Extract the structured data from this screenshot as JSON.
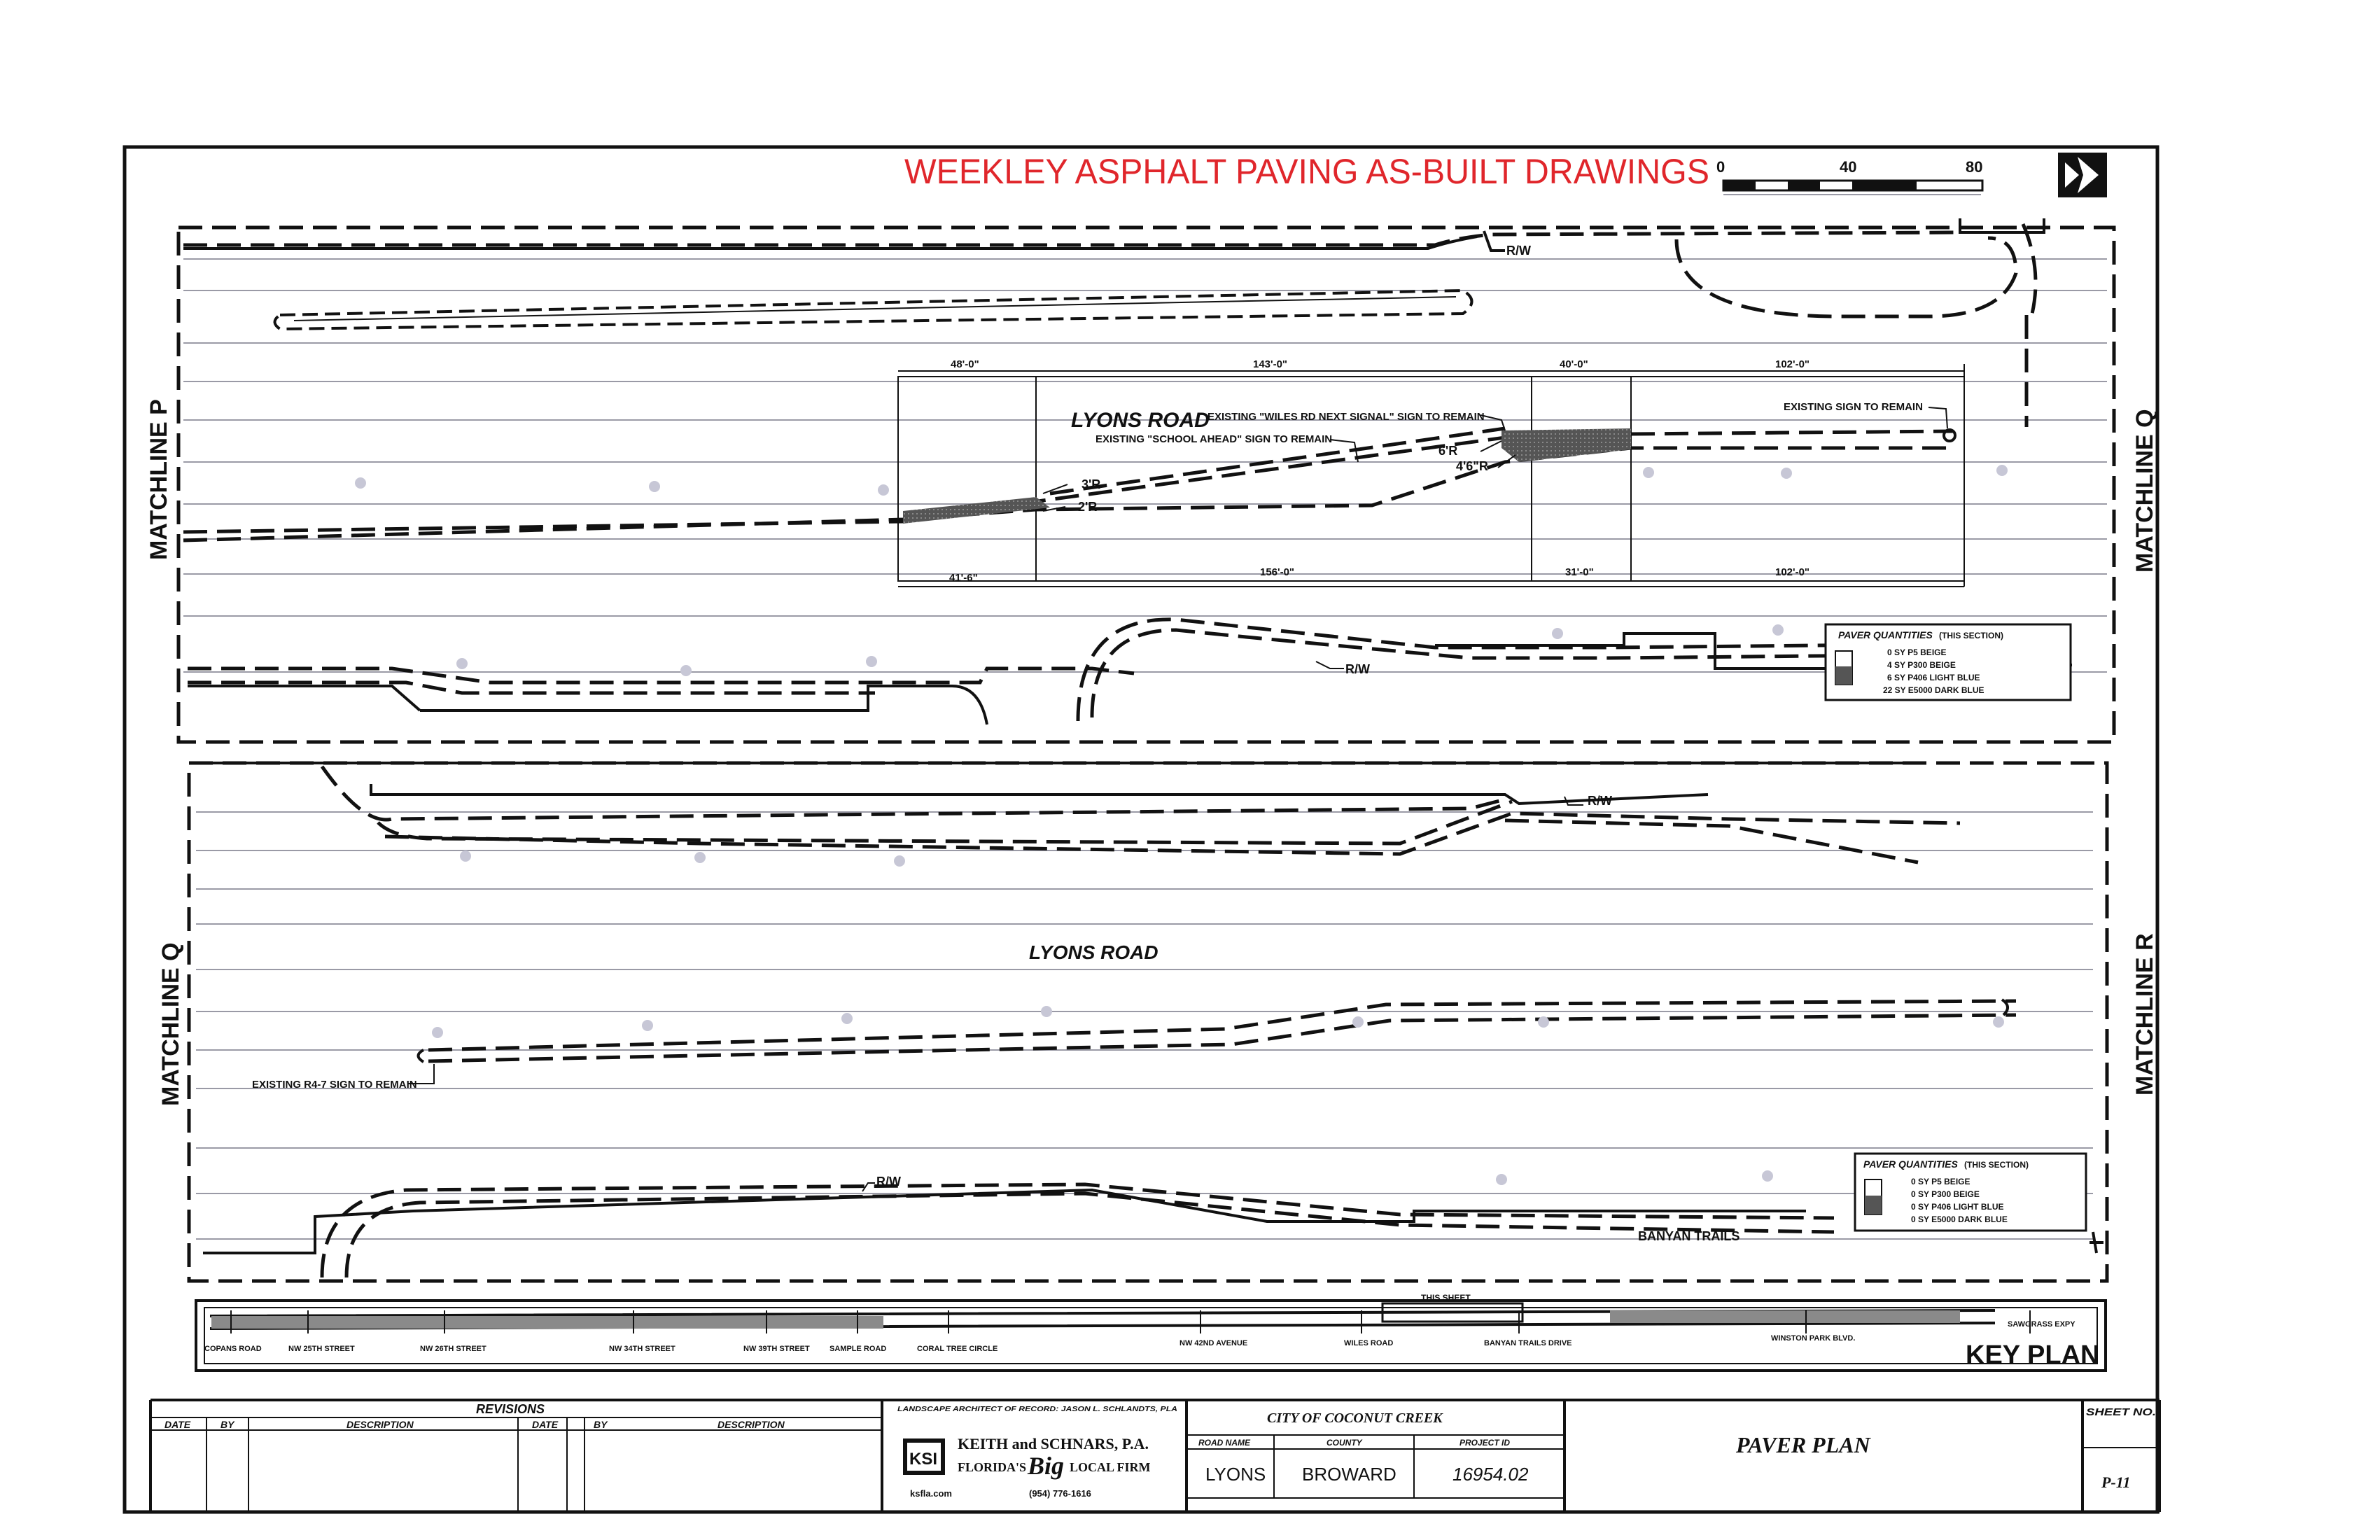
{
  "header": {
    "title": "WEEKLEY ASPHALT PAVING AS-BUILT DRAWINGS",
    "title_color": "#e0262b",
    "scale": {
      "zero": "0",
      "mid": "40",
      "max": "80"
    }
  },
  "top_section": {
    "matchline_left": "MATCHLINE P",
    "matchline_right": "MATCHLINE Q",
    "road_name": "LYONS ROAD",
    "rw_labels": [
      "R/W",
      "R/W"
    ],
    "dims_top": [
      "48'-0\"",
      "143'-0\"",
      "40'-0\"",
      "102'-0\""
    ],
    "dims_bottom": [
      "41'-6\"",
      "156'-0\"",
      "31'-0\"",
      "102'-0\""
    ],
    "radius_labels": [
      "3'R",
      "2'R",
      "6'R",
      "4'6\"R"
    ],
    "notes": [
      "EXISTING \"WILES RD NEXT SIGNAL\" SIGN TO REMAIN",
      "EXISTING \"SCHOOL AHEAD\" SIGN TO REMAIN",
      "EXISTING SIGN TO REMAIN"
    ],
    "quantities": {
      "title": "PAVER QUANTITIES",
      "subtitle": "(THIS SECTION)",
      "rows": [
        "0 SY  P5 BEIGE",
        "4 SY  P300 BEIGE",
        "6 SY  P406 LIGHT BLUE",
        "22 SY  E5000 DARK BLUE"
      ]
    }
  },
  "middle_section": {
    "matchline_left": "MATCHLINE Q",
    "matchline_right": "MATCHLINE R",
    "road_name": "LYONS ROAD",
    "rw_labels": [
      "R/W",
      "R/W"
    ],
    "note": "EXISTING R4-7 SIGN TO REMAIN",
    "street_label": "BANYAN TRAILS",
    "quantities": {
      "title": "PAVER QUANTITIES",
      "subtitle": "(THIS SECTION)",
      "rows": [
        "0 SY  P5 BEIGE",
        "0 SY  P300 BEIGE",
        "0 SY  P406 LIGHT BLUE",
        "0 SY  E5000 DARK BLUE"
      ]
    }
  },
  "key_plan": {
    "title": "KEY PLAN",
    "this_sheet": "THIS SHEET",
    "streets": [
      "COPANS ROAD",
      "NW 25TH STREET",
      "NW 26TH STREET",
      "NW 34TH STREET",
      "NW 39TH STREET",
      "SAMPLE ROAD",
      "CORAL TREE CIRCLE",
      "NW 42ND AVENUE",
      "WILES ROAD",
      "BANYAN TRAILS DRIVE",
      "WINSTON PARK BLVD.",
      "SAWGRASS EXPY"
    ]
  },
  "title_block": {
    "revisions_title": "REVISIONS",
    "rev_headers": [
      "DATE",
      "BY",
      "DESCRIPTION",
      "DATE",
      "BY",
      "DESCRIPTION"
    ],
    "architect_line": "LANDSCAPE ARCHITECT OF RECORD: JASON L. SCHLANDTS, PLA",
    "firm_logo": "KSI",
    "firm_name": "KEITH and SCHNARS, P.A.",
    "firm_tagline_1": "FLORIDA'S",
    "firm_tagline_big": "Big",
    "firm_tagline_2": "LOCAL FIRM",
    "firm_web": "ksfla.com",
    "firm_phone": "(954) 776-1616",
    "city": "CITY OF COCONUT CREEK",
    "headers": [
      "ROAD NAME",
      "COUNTY",
      "PROJECT ID"
    ],
    "values": [
      "LYONS",
      "BROWARD",
      "16954.02"
    ],
    "plan_title": "PAVER PLAN",
    "sheet_label": "SHEET NO.",
    "sheet_no": "P-11"
  }
}
